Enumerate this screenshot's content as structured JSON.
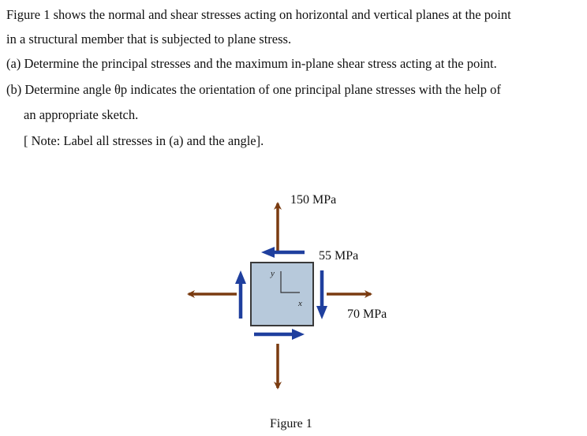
{
  "problem": {
    "line1": "Figure 1 shows the normal and shear stresses acting on horizontal and vertical planes at the point",
    "line2": "in a structural member that is subjected to plane stress.",
    "part_a": "(a) Determine the principal stresses and the maximum in-plane shear stress acting at the point.",
    "part_b_1": "(b) Determine angle θp indicates the orientation of one principal plane stresses with the help of",
    "part_b_2": "an appropriate sketch.",
    "note": "[ Note: Label all stresses in (a) and the angle]."
  },
  "figure": {
    "vertical_stress_label": "150 MPa",
    "shear_stress_label": "55 MPa",
    "horizontal_stress_label": "70 MPa",
    "axis_y": "y",
    "axis_x": "x",
    "caption": "Figure 1"
  },
  "colors": {
    "normal_arrow": "#7a3b10",
    "shear_arrow": "#1f3f9e",
    "element_fill": "#b7c9db",
    "element_border": "#3a3a3a"
  },
  "icons": {
    "normal_stress_arrow": "arrow-icon",
    "shear_stress_arrow": "arrow-icon"
  }
}
